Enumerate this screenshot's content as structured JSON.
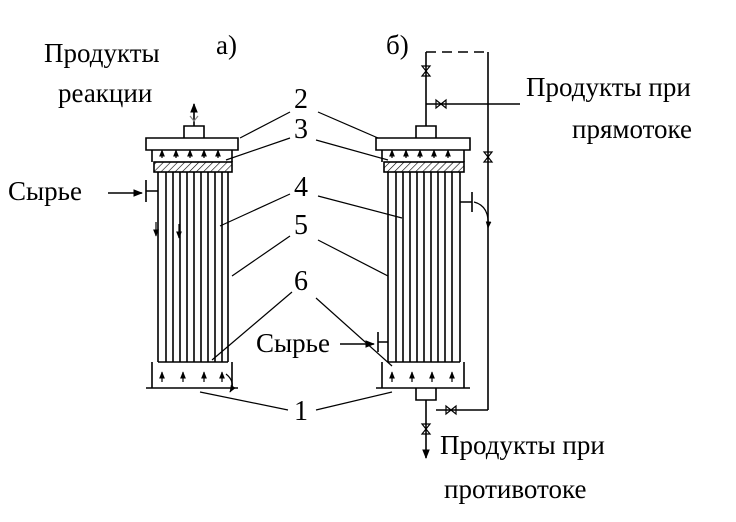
{
  "diagram_a": {
    "letter": "а)",
    "products_line1": "Продукты",
    "products_line2": "реакции",
    "feed": "Сырье"
  },
  "diagram_b": {
    "letter": "б)",
    "cocurrent_line1": "Продукты при",
    "cocurrent_line2": "прямотоке",
    "feed": "Сырье",
    "countercurrent_line1": "Продукты при",
    "countercurrent_line2": "противотоке"
  },
  "callouts": {
    "n1": "1",
    "n2": "2",
    "n3": "3",
    "n4": "4",
    "n5": "5",
    "n6": "6"
  }
}
